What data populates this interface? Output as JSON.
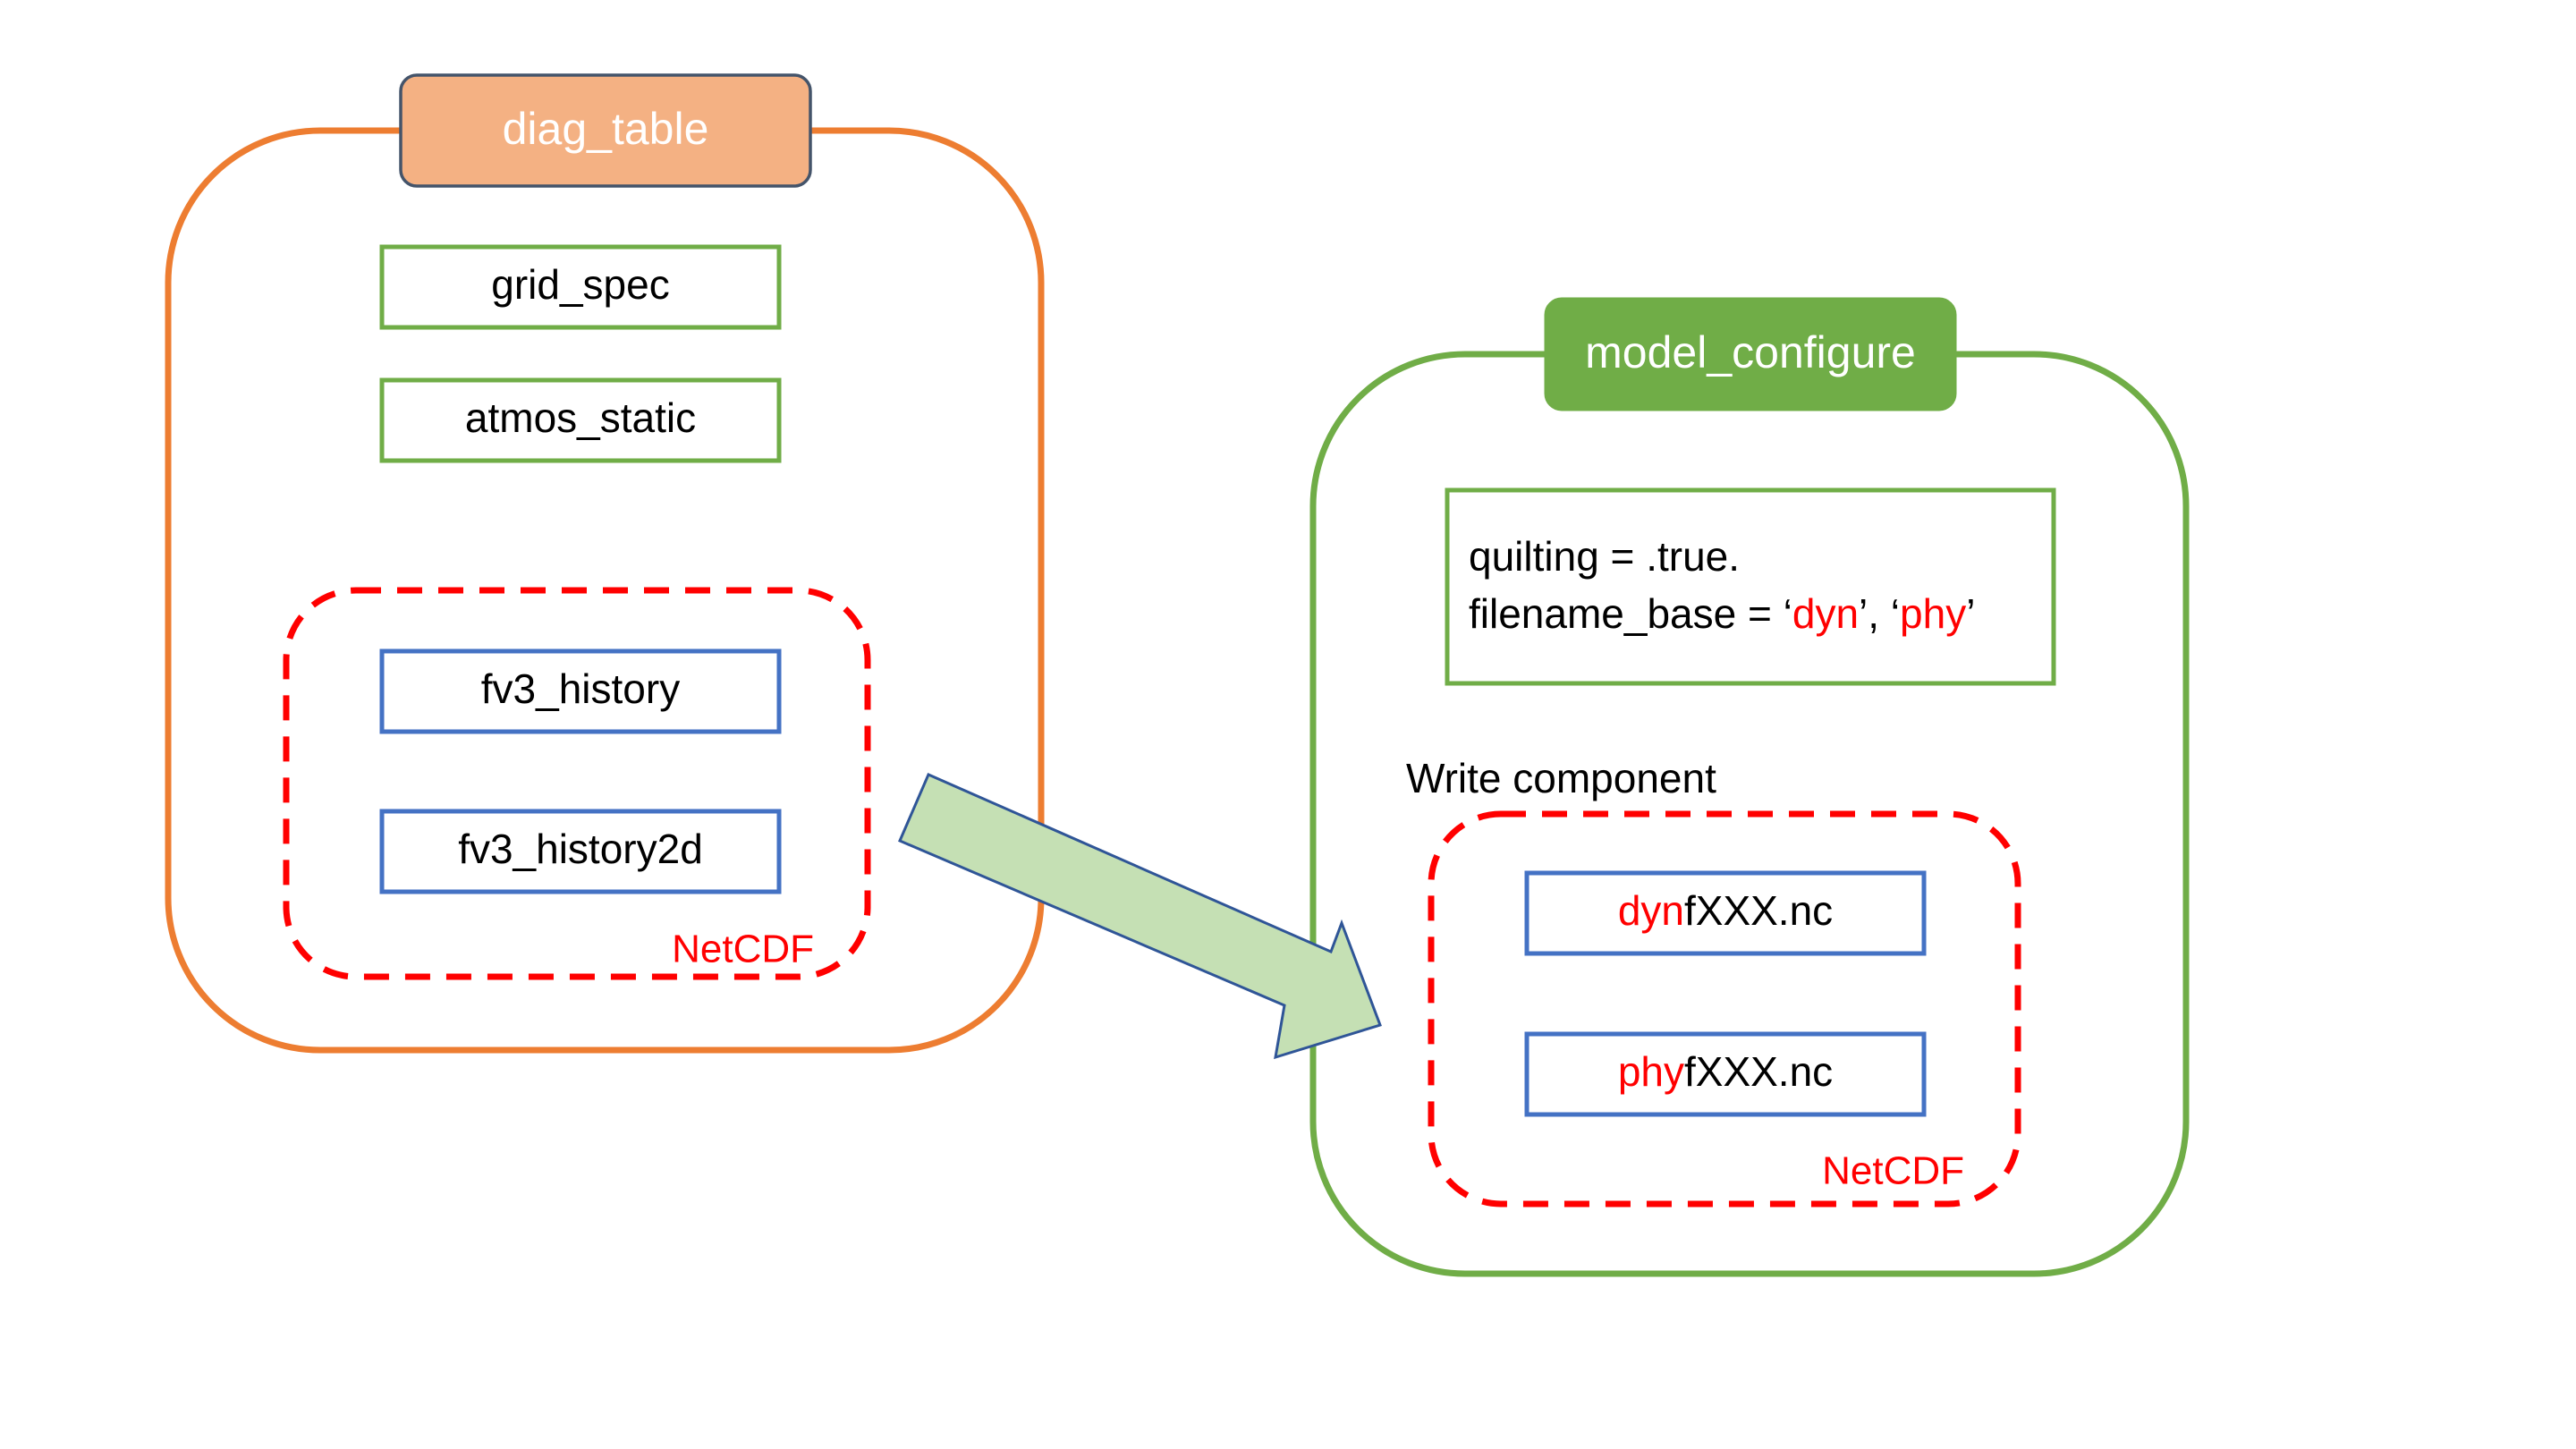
{
  "colors": {
    "orange": "#ED7D31",
    "orange_fill": "#F4B183",
    "header_border": "#44546A",
    "green": "#70AD47",
    "blue": "#4472C4",
    "red": "#FF0000",
    "arrow_fill": "#C5E0B4",
    "arrow_stroke": "#2F5597",
    "text": "#000000",
    "white": "#FFFFFF"
  },
  "left_group": {
    "title": "diag_table",
    "items": [
      "grid_spec",
      "atmos_static"
    ],
    "netcdf_group": {
      "items": [
        "fv3_history",
        "fv3_history2d"
      ],
      "label": "NetCDF"
    }
  },
  "right_group": {
    "title": "model_configure",
    "config": {
      "line1": "quilting = .true.",
      "line2_prefix": "filename_base = ‘",
      "line2_dyn": "dyn",
      "line2_mid": "’, ‘",
      "line2_phy": "phy",
      "line2_end": "’"
    },
    "write_component_label": "Write component",
    "netcdf_group": {
      "files": [
        {
          "prefix": "dyn",
          "suffix": "fXXX.nc"
        },
        {
          "prefix": "phy",
          "suffix": "fXXX.nc"
        }
      ],
      "label": "NetCDF"
    }
  },
  "arrow": {
    "direction": "left-to-right",
    "icon": "block-arrow-icon"
  }
}
